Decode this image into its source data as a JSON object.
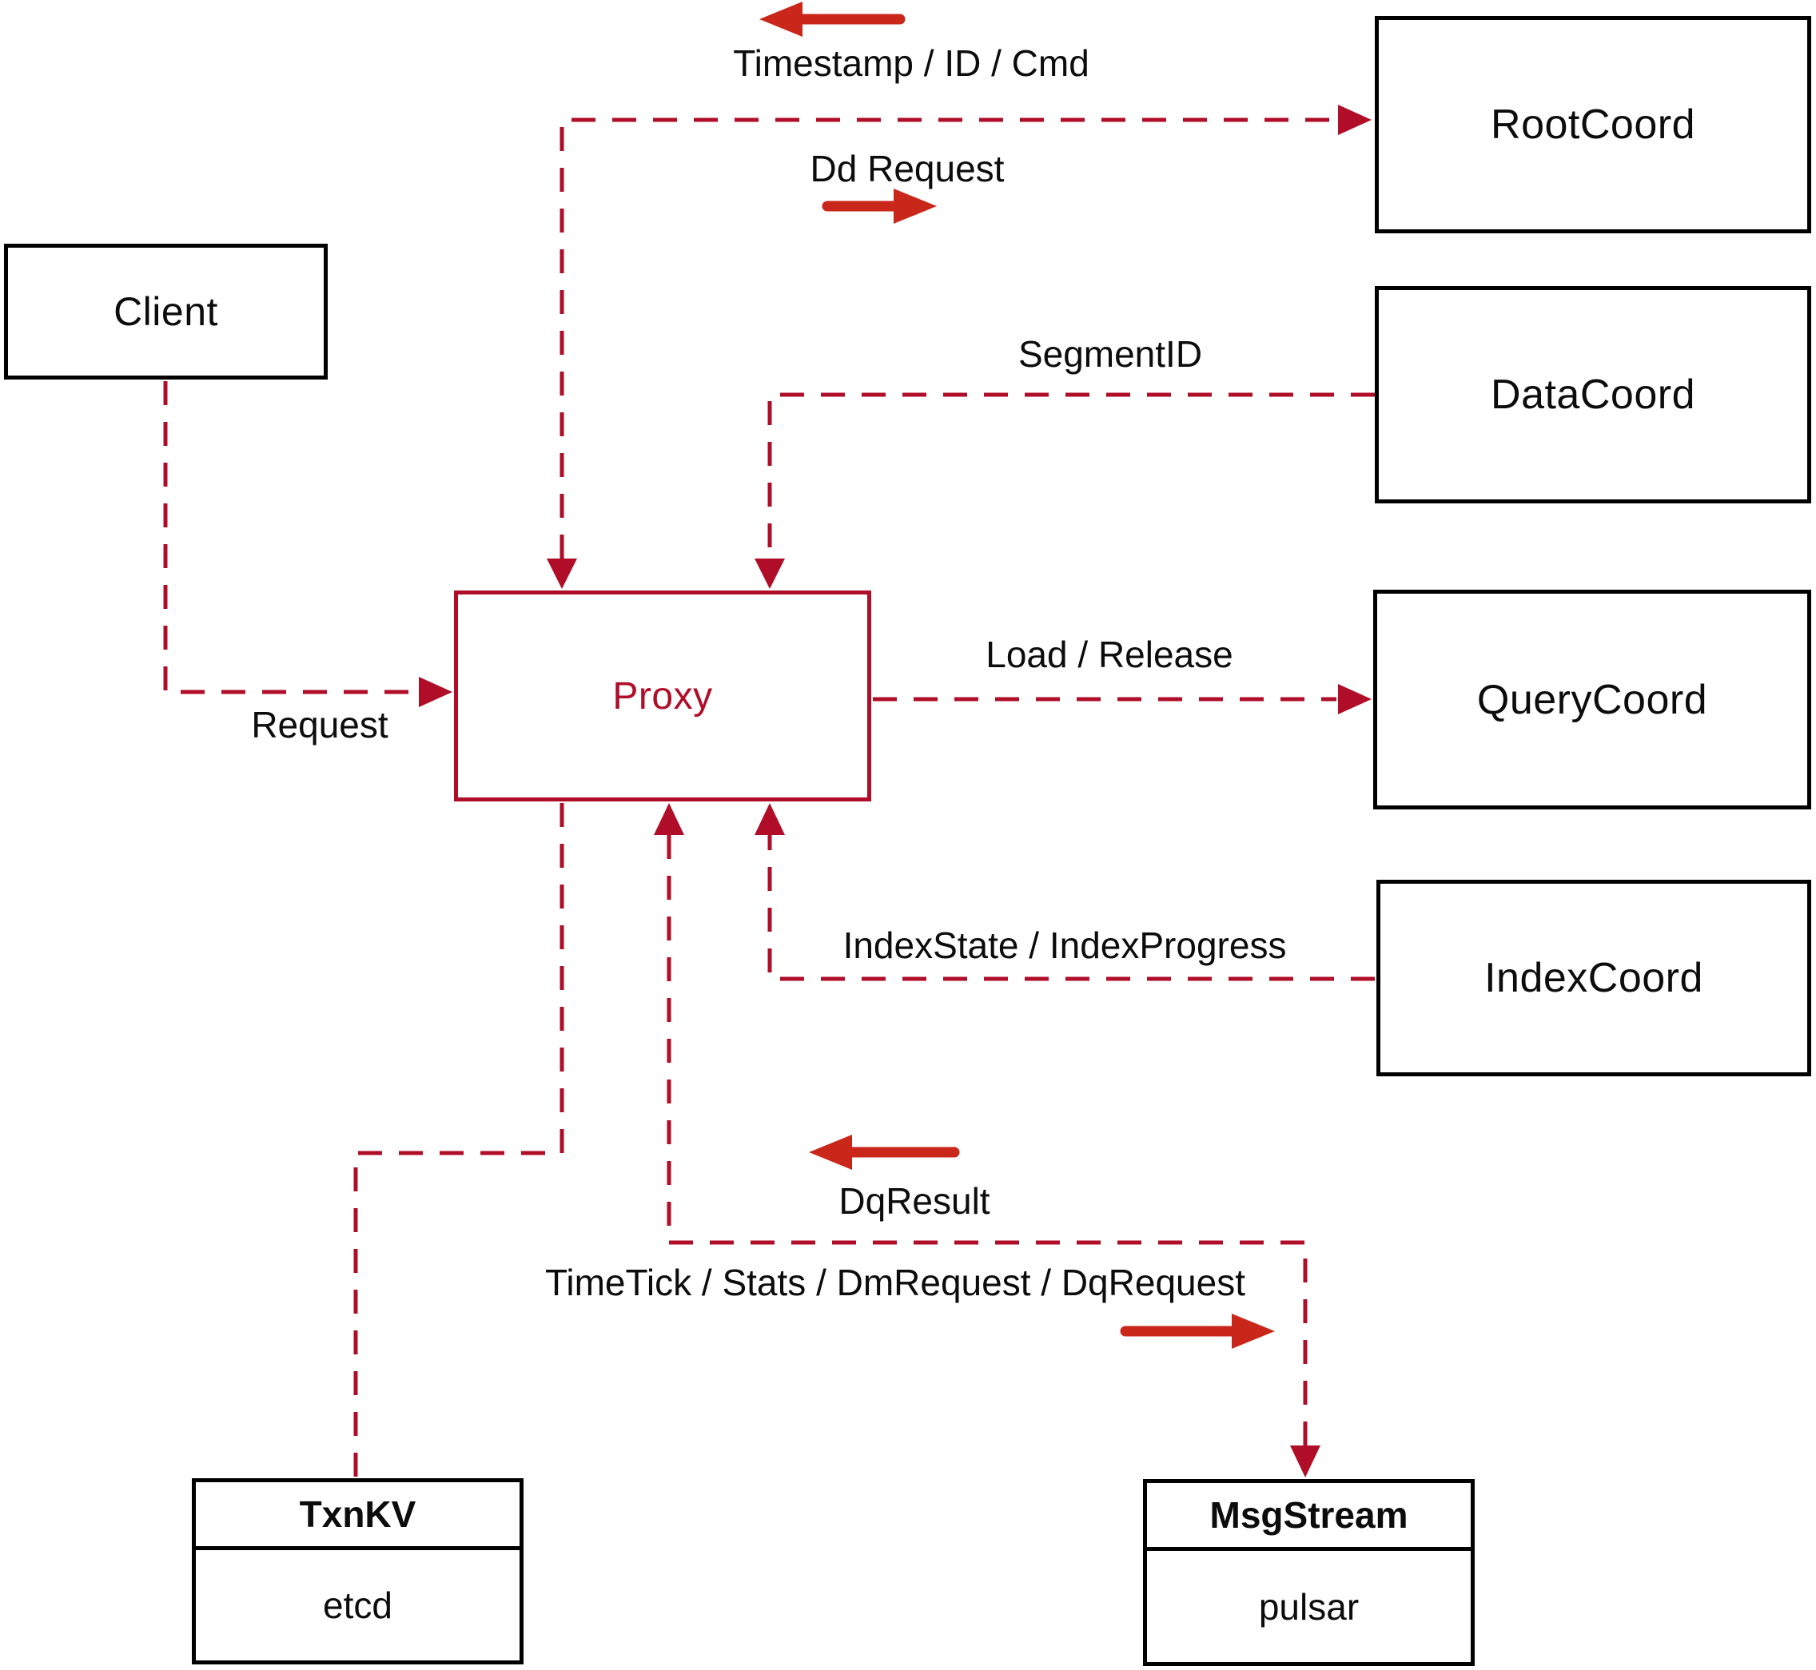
{
  "colors": {
    "connector": "#b00d28",
    "arrow": "#c9271a",
    "box_border": "#000000",
    "text": "#0c0c0c",
    "background": "#ffffff"
  },
  "nodes": {
    "client": {
      "label": "Client"
    },
    "proxy": {
      "label": "Proxy"
    },
    "root_coord": {
      "label": "RootCoord"
    },
    "data_coord": {
      "label": "DataCoord"
    },
    "query_coord": {
      "label": "QueryCoord"
    },
    "index_coord": {
      "label": "IndexCoord"
    },
    "txn_kv": {
      "title": "TxnKV",
      "impl": "etcd"
    },
    "msg_stream": {
      "title": "MsgStream",
      "impl": "pulsar"
    }
  },
  "edge_labels": {
    "timestamp_id_cmd": "Timestamp / ID / Cmd",
    "dd_request": "Dd Request",
    "segment_id": "SegmentID",
    "request": "Request",
    "load_release": "Load / Release",
    "index_state_progress": "IndexState / IndexProgress",
    "dq_result": "DqResult",
    "timetick_stats": "TimeTick / Stats / DmRequest / DqRequest"
  }
}
